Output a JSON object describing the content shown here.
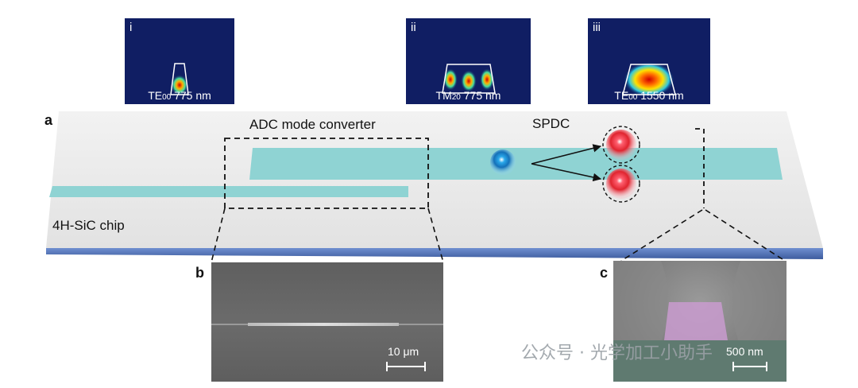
{
  "panels": {
    "a": "a",
    "b": "b",
    "c": "c"
  },
  "modes": [
    {
      "roman": "i",
      "mode": "TE",
      "sub": "00",
      "wavelength": " 775 nm"
    },
    {
      "roman": "ii",
      "mode": "TM",
      "sub": "20",
      "wavelength": " 775 nm"
    },
    {
      "roman": "iii",
      "mode": "TE",
      "sub": "00",
      "wavelength": " 1550 nm"
    }
  ],
  "chip": {
    "adc_label": "ADC mode converter",
    "spdc_label": "SPDC",
    "chip_label": "4H-SiC chip"
  },
  "sem": {
    "b_scale": "10 μm",
    "c_scale": "500 nm"
  },
  "watermark": "公众号 · 光学加工小助手",
  "colors": {
    "waveguide": "#8fd3d3",
    "substrate": "#4c6fb0",
    "mode_bg": "#101e63",
    "photon_red": "#e0242f",
    "pump_blue": "#1e8fd6"
  }
}
